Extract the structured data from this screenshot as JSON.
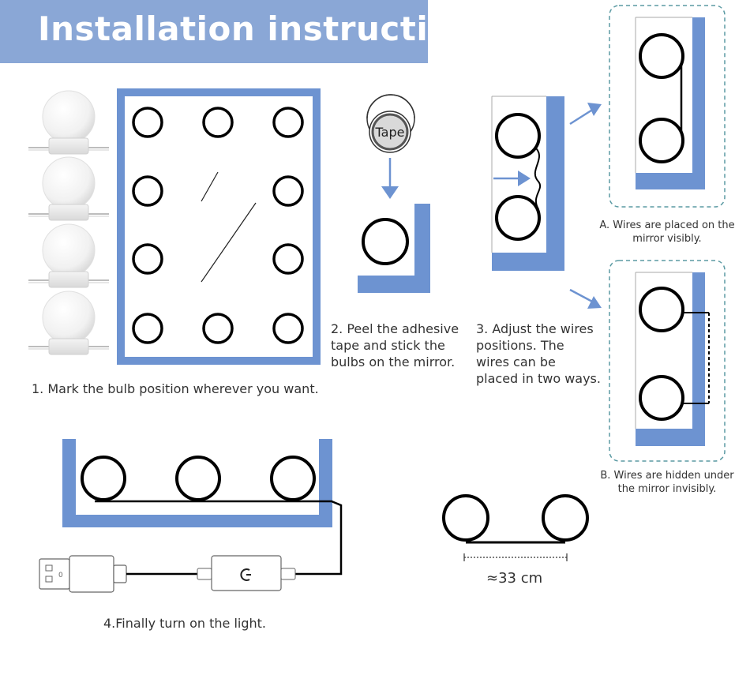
{
  "header": {
    "title": "Installation instruction"
  },
  "steps": {
    "step1": "1. Mark the bulb position wherever you want.",
    "step2": [
      "2. Peel the adhesive",
      "tape and stick the",
      "bulbs on the mirror."
    ],
    "step3": [
      "3. Adjust the wires",
      "positions. The",
      "wires can be",
      "placed in two ways."
    ],
    "step4": "4.Finally turn on the light."
  },
  "options": {
    "a": [
      "A. Wires are placed on the",
      "mirror visibly."
    ],
    "b": [
      "B. Wires are hidden under",
      "the mirror invisibly."
    ]
  },
  "tape": {
    "label": "Tape"
  },
  "spacing": {
    "label": "≈33 cm"
  },
  "colors": {
    "mirror_blue": "#6d93d1",
    "banner_blue": "#8aa7d6",
    "dashed_border": "#5b9aa3"
  }
}
